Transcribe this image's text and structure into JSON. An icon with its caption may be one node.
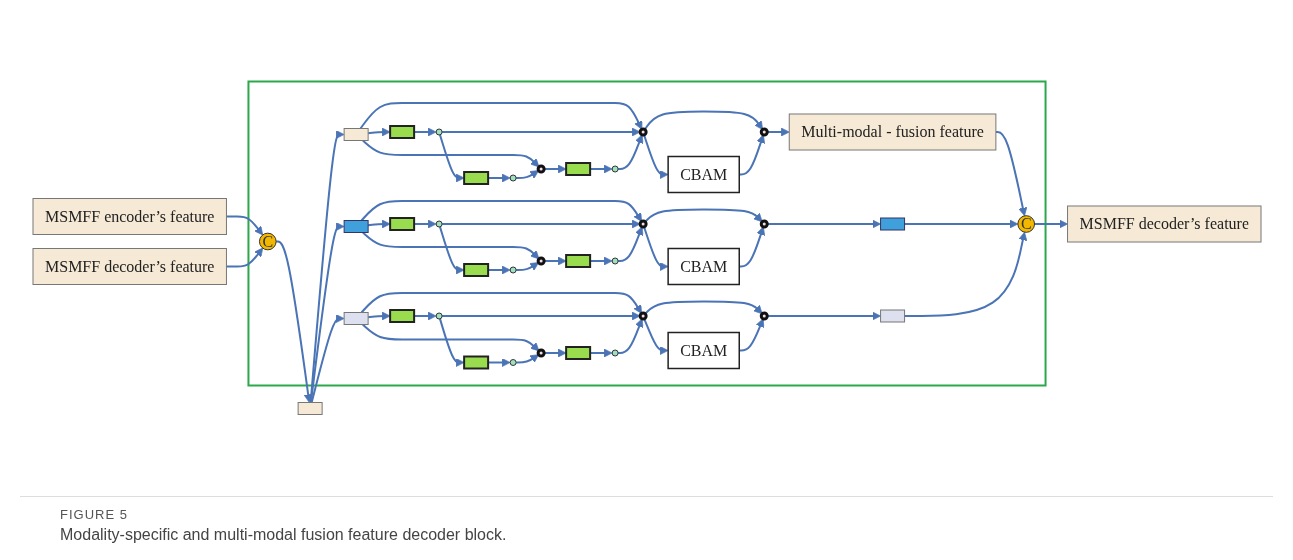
{
  "diagram": {
    "caption": "Modality-specific and multi-modal fusion feature decoder block.",
    "nodes": [
      {
        "text": [
          "MSMFF encoder’s feature"
        ]
      },
      {
        "text": [
          "MSMFF decoder’s feature"
        ]
      },
      {
        "text": [],
        "shape": "box"
      },
      {
        "text": [
          "C"
        ],
        "in": 2
      },
      {
        "text": [],
        "shape": "bar"
      },
      {
        "text": [],
        "shape": "bar",
        "in": 2
      },
      {
        "text": [],
        "shape": "box",
        "in": 2
      },
      {
        "text": [],
        "shape": "circle",
        "in": 2
      },
      {
        "text": [],
        "shape": "box",
        "in": 2
      },
      {
        "text": [],
        "shape": "circle",
        "in": 2
      },
      {
        "text": [],
        "shape": "circle",
        "in": 2
      },
      {
        "text": [],
        "shape": "box",
        "in": 2
      },
      {
        "text": [],
        "shape": "circle",
        "in": 2
      },
      {
        "text": [],
        "shape": "circle",
        "in": 2
      },
      {
        "text": [
          "CBAM"
        ],
        "in": 2
      },
      {
        "text": [],
        "shape": "circle",
        "in": 2
      },
      {
        "text": [
          "Multi-modal - fusion feature"
        ],
        "in": 2
      },
      {
        "text": [],
        "shape": "box",
        "in": 2
      },
      {
        "text": [],
        "shape": "box",
        "in": 2
      },
      {
        "text": [],
        "shape": "circle",
        "in": 2
      },
      {
        "text": [],
        "shape": "box",
        "in": 2
      },
      {
        "text": [],
        "shape": "circle",
        "in": 2
      },
      {
        "text": [],
        "shape": "circle",
        "in": 2
      },
      {
        "text": [],
        "shape": "box",
        "in": 2
      },
      {
        "text": [],
        "shape": "circle",
        "in": 2
      },
      {
        "text": [],
        "shape": "circle",
        "in": 2
      },
      {
        "text": [
          "CBAM"
        ],
        "in": 2
      },
      {
        "text": [],
        "shape": "circle",
        "in": 2
      },
      {
        "text": [],
        "shape": "box",
        "in": 2
      },
      {
        "text": [],
        "shape": "box",
        "in": 2
      },
      {
        "text": [],
        "shape": "box",
        "in": 2
      },
      {
        "text": [],
        "shape": "circle",
        "in": 2
      },
      {
        "text": [],
        "shape": "box",
        "in": 2
      },
      {
        "text": [],
        "shape": "circle",
        "in": 2
      },
      {
        "text": [],
        "shape": "circle",
        "in": 2
      },
      {
        "text": [],
        "shape": "box",
        "in": 2
      },
      {
        "text": [],
        "shape": "circle",
        "in": 2
      },
      {
        "text": [],
        "shape": "circle",
        "in": 2
      },
      {
        "text": [
          "CBAM"
        ],
        "in": 2
      },
      {
        "text": [],
        "shape": "circle",
        "in": 2
      },
      {
        "text": [],
        "shape": "box",
        "in": 2
      },
      {
        "text": [
          "C"
        ],
        "in": 2
      },
      {
        "text": [
          "MSMFF decoder’s feature"
        ]
      }
    ],
    "edges": [
      {
        "from": 0,
        "to": 3,
        "arrow": "to"
      },
      {
        "from": 1,
        "to": 3,
        "arrow": "to"
      },
      {
        "from": 3,
        "to": 4,
        "arrow": "to"
      },
      {
        "from": 4,
        "to": 5,
        "arrow": "to"
      },
      {
        "from": 4,
        "to": 17,
        "arrow": "to"
      },
      {
        "from": 4,
        "to": 29,
        "arrow": "to"
      },
      {
        "from": 5,
        "to": 6,
        "arrow": "to"
      },
      {
        "from": 5,
        "to": 10,
        "arrow": "to"
      },
      {
        "from": 5,
        "to": 13,
        "arrow": "to"
      },
      {
        "from": 6,
        "to": 7,
        "arrow": "to"
      },
      {
        "from": 7,
        "to": 8,
        "arrow": "to"
      },
      {
        "from": 7,
        "to": 13,
        "arrow": "to"
      },
      {
        "from": 8,
        "to": 9,
        "arrow": "to"
      },
      {
        "from": 9,
        "to": 10,
        "arrow": "to"
      },
      {
        "from": 10,
        "to": 11,
        "arrow": "to"
      },
      {
        "from": 11,
        "to": 12,
        "arrow": "to"
      },
      {
        "from": 12,
        "to": 13,
        "arrow": "to"
      },
      {
        "from": 13,
        "to": 14,
        "arrow": "to"
      },
      {
        "from": 13,
        "to": 15,
        "arrow": "to"
      },
      {
        "from": 14,
        "to": 15,
        "arrow": "to"
      },
      {
        "from": 15,
        "to": 16,
        "arrow": "to"
      },
      {
        "from": 17,
        "to": 18,
        "arrow": "to"
      },
      {
        "from": 17,
        "to": 22,
        "arrow": "to"
      },
      {
        "from": 17,
        "to": 25,
        "arrow": "to"
      },
      {
        "from": 18,
        "to": 19,
        "arrow": "to"
      },
      {
        "from": 19,
        "to": 20,
        "arrow": "to"
      },
      {
        "from": 19,
        "to": 25,
        "arrow": "to"
      },
      {
        "from": 20,
        "to": 21,
        "arrow": "to"
      },
      {
        "from": 21,
        "to": 22,
        "arrow": "to"
      },
      {
        "from": 22,
        "to": 23,
        "arrow": "to"
      },
      {
        "from": 23,
        "to": 24,
        "arrow": "to"
      },
      {
        "from": 24,
        "to": 25,
        "arrow": "to"
      },
      {
        "from": 25,
        "to": 26,
        "arrow": "to"
      },
      {
        "from": 25,
        "to": 27,
        "arrow": "to"
      },
      {
        "from": 26,
        "to": 27,
        "arrow": "to"
      },
      {
        "from": 27,
        "to": 28,
        "arrow": "to"
      },
      {
        "from": 29,
        "to": 30,
        "arrow": "to"
      },
      {
        "from": 29,
        "to": 34,
        "arrow": "to"
      },
      {
        "from": 29,
        "to": 37,
        "arrow": "to"
      },
      {
        "from": 30,
        "to": 31,
        "arrow": "to"
      },
      {
        "from": 31,
        "to": 32,
        "arrow": "to"
      },
      {
        "from": 31,
        "to": 37,
        "arrow": "to"
      },
      {
        "from": 32,
        "to": 33,
        "arrow": "to"
      },
      {
        "from": 33,
        "to": 34,
        "arrow": "to"
      },
      {
        "from": 34,
        "to": 35,
        "arrow": "to"
      },
      {
        "from": 35,
        "to": 36,
        "arrow": "to"
      },
      {
        "from": 36,
        "to": 37,
        "arrow": "to"
      },
      {
        "from": 37,
        "to": 38,
        "arrow": "to"
      },
      {
        "from": 37,
        "to": 39,
        "arrow": "to"
      },
      {
        "from": 38,
        "to": 39,
        "arrow": "to"
      },
      {
        "from": 39,
        "to": 40,
        "arrow": "to"
      },
      {
        "from": 16,
        "to": 41,
        "arrow": "to"
      },
      {
        "from": 28,
        "to": 41,
        "arrow": "to"
      },
      {
        "from": 40,
        "to": 41,
        "arrow": "to"
      },
      {
        "from": 41,
        "to": 42,
        "arrow": "to"
      }
    ],
    "labels": [
      "FIGURE 5"
    ]
  }
}
